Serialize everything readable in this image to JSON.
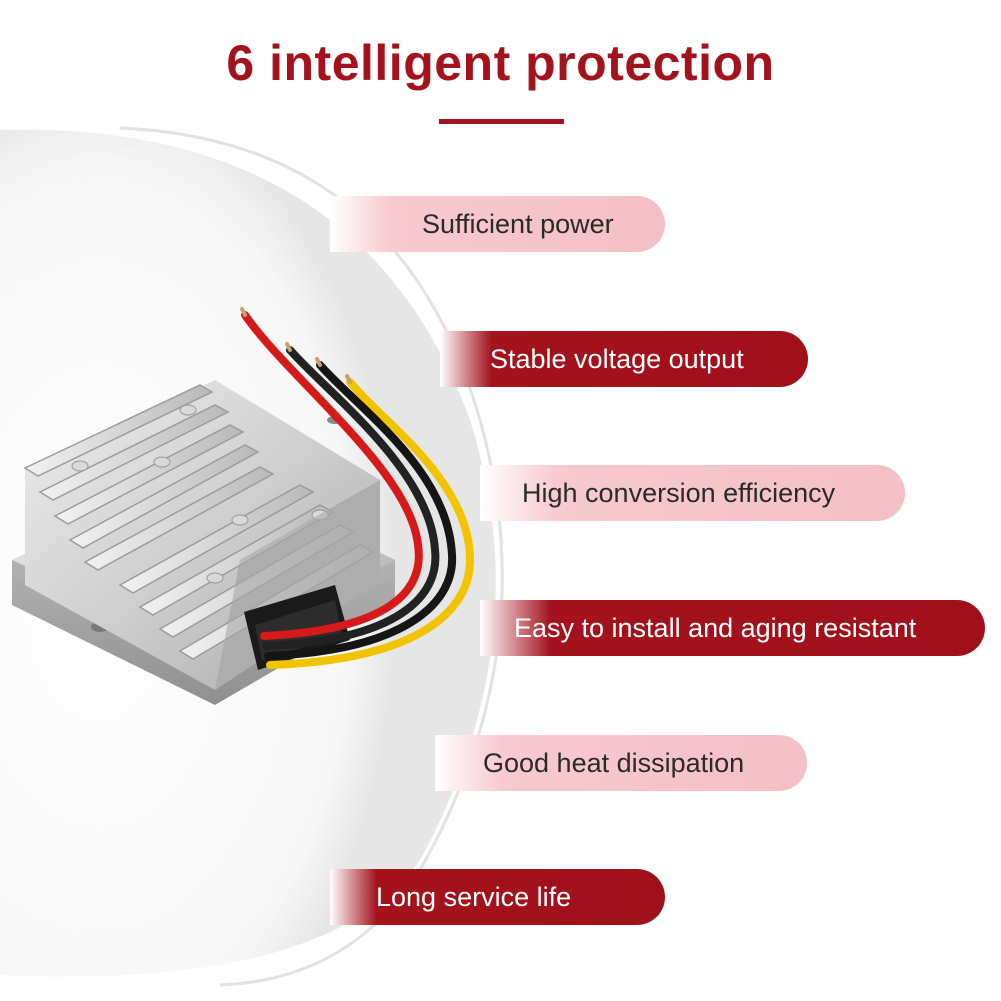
{
  "title": "6 intelligent protection",
  "colors": {
    "accent": "#a3121d",
    "light_pill": "#f4bfc5",
    "title": "#a3121d"
  },
  "features": [
    {
      "label": "Sufficient power",
      "style": "light"
    },
    {
      "label": "Stable voltage output",
      "style": "dark"
    },
    {
      "label": "High conversion efficiency",
      "style": "light"
    },
    {
      "label": "Easy to install and aging resistant",
      "style": "dark"
    },
    {
      "label": "Good heat dissipation",
      "style": "light"
    },
    {
      "label": "Long service life",
      "style": "dark"
    }
  ]
}
